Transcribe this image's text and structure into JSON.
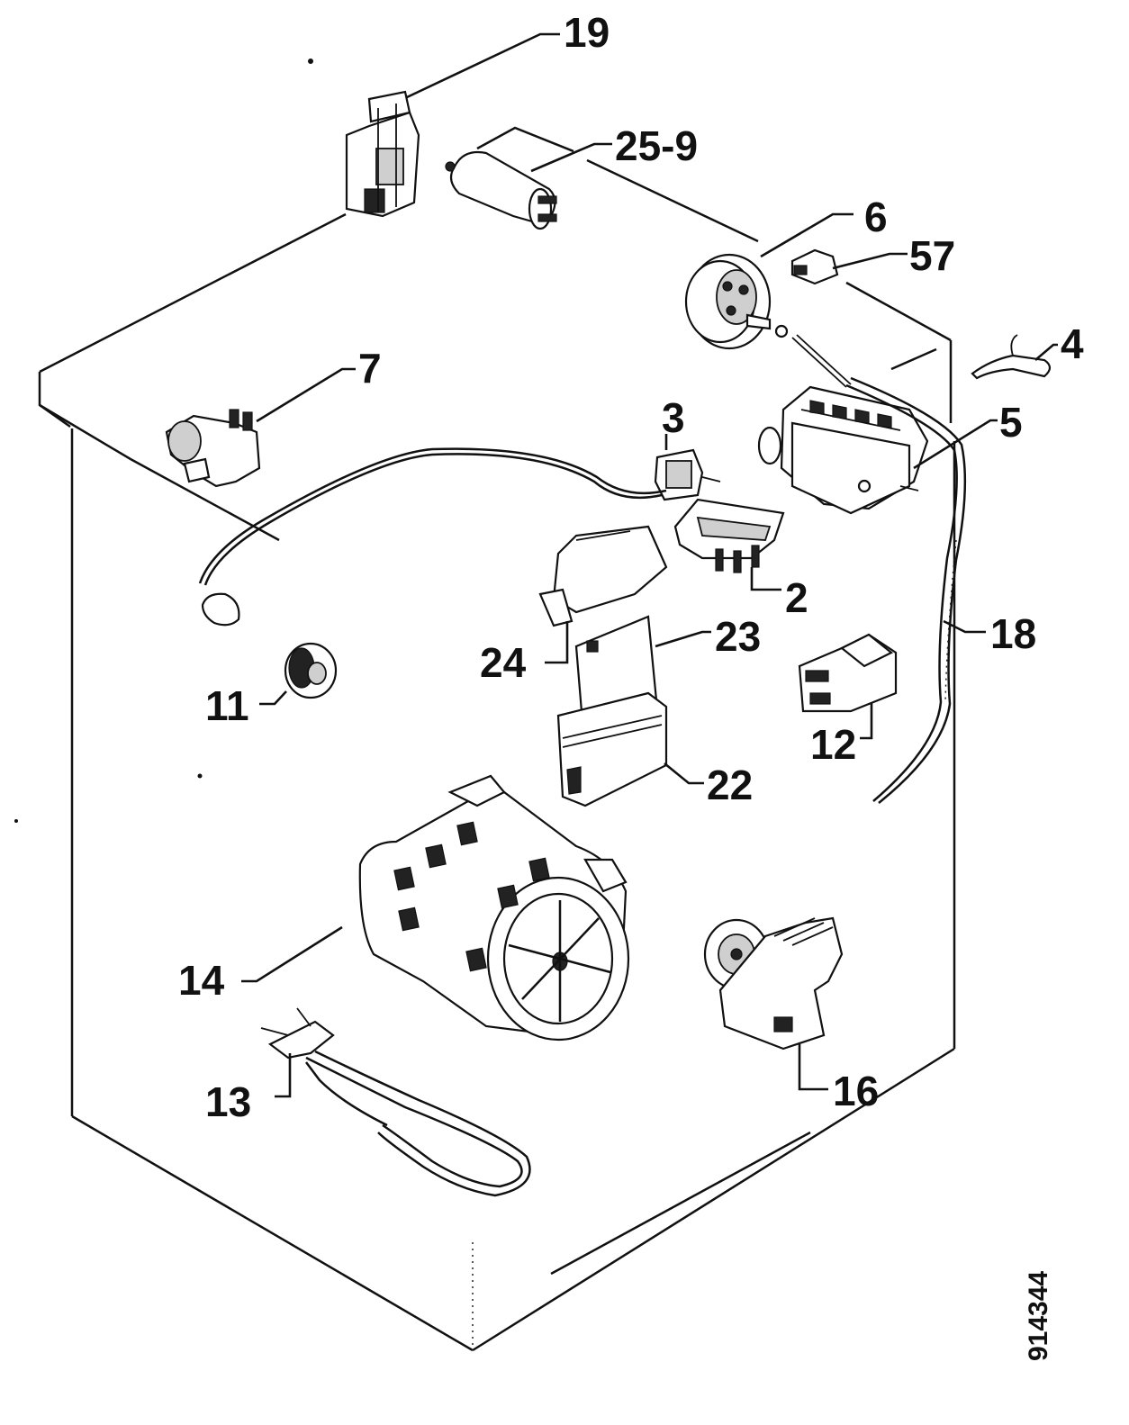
{
  "labels": {
    "p19": "19",
    "p25_9": "25-9",
    "p6": "6",
    "p57": "57",
    "p4": "4",
    "p7": "7",
    "p3": "3",
    "p5": "5",
    "p2": "2",
    "p18": "18",
    "p24": "24",
    "p23": "23",
    "p11": "11",
    "p12": "12",
    "p22": "22",
    "p14": "14",
    "p13": "13",
    "p16": "16"
  },
  "drawing_number": "914344"
}
